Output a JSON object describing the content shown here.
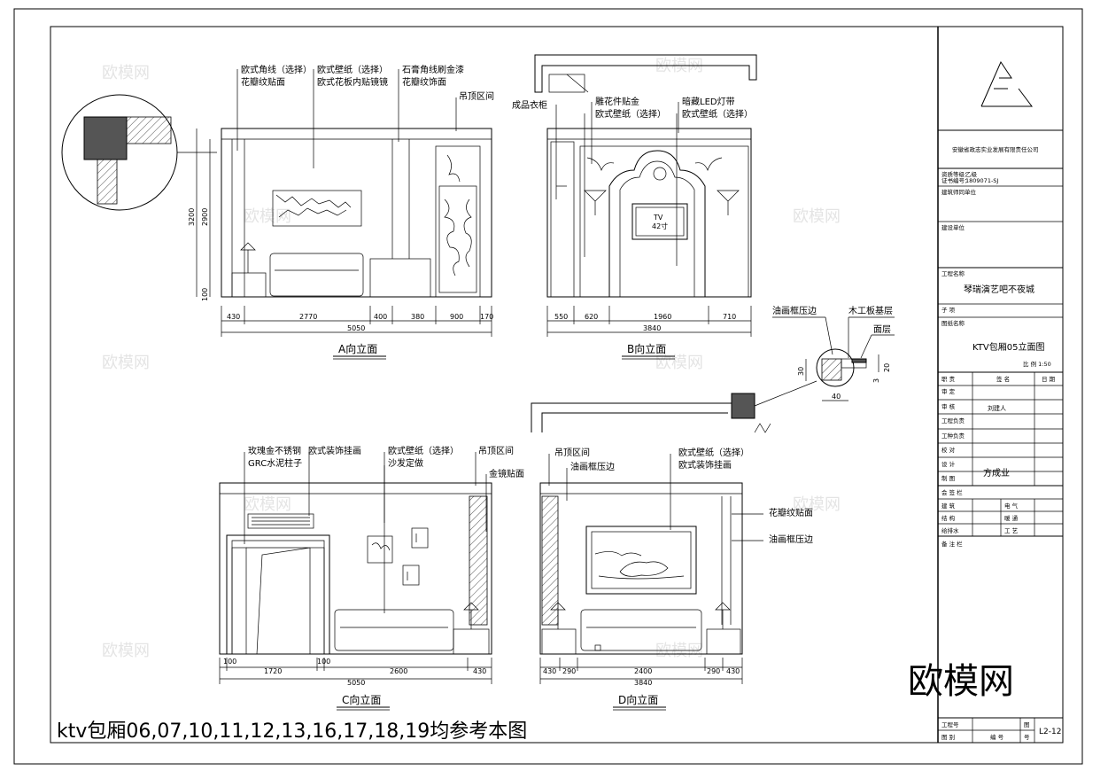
{
  "drawing": {
    "elevation_a": {
      "title": "A向立面",
      "labels": [
        "欧式角线（选择）",
        "花瓣纹贴面",
        "欧式壁纸（选择）",
        "欧式花板内贴镜镜",
        "石膏角线刷金漆",
        "花瓣纹饰面",
        "吊顶区间"
      ],
      "dims": [
        "430",
        "2770",
        "400",
        "380",
        "900",
        "170"
      ],
      "total": "5050",
      "heights": [
        "3200",
        "2900",
        "100"
      ]
    },
    "elevation_b": {
      "title": "B向立面",
      "labels": [
        "成品衣柜",
        "雕花件贴金",
        "欧式壁纸（选择）",
        "暗藏LED灯带",
        "欧式壁纸（选择）"
      ],
      "dims": [
        "550",
        "620",
        "1960",
        "710"
      ],
      "total": "3840",
      "tv": "TV",
      "tv_sub": "42寸"
    },
    "elevation_c": {
      "title": "C向立面",
      "labels": [
        "玫瑰金不锈钢",
        "欧式装饰挂画",
        "GRC水泥柱子",
        "欧式壁纸（选择）",
        "沙发定做",
        "吊顶区间",
        "金镜贴面"
      ],
      "dims": [
        "100",
        "1720",
        "100",
        "2600",
        "430"
      ],
      "total": "5050"
    },
    "elevation_d": {
      "title": "D向立面",
      "labels": [
        "吊顶区间",
        "油画框压边",
        "欧式壁纸（选择）",
        "欧式装饰挂画",
        "花瓣纹贴面",
        "油画框压边"
      ],
      "dims": [
        "430",
        "290",
        "2400",
        "290",
        "430"
      ],
      "total": "3840"
    },
    "detail": {
      "labels": [
        "油画框压边",
        "木工板基层",
        "面层"
      ],
      "dims": [
        "30",
        "20",
        "3",
        "40"
      ]
    },
    "footer_note": "ktv包厢06,07,10,11,12,13,16,17,18,19均参考本图",
    "brand_watermark": "欧模网"
  },
  "title_block": {
    "company": "安徽省政志实业发展有限责任公司",
    "cert_label": "资质等级：",
    "cert_level": "乙级",
    "cert_no_label": "证书编号：",
    "cert_no": "1809071-SJ",
    "coop_label": "建筑师同单位",
    "client_label": "建设单位",
    "project_label": "工程名称",
    "project_name": "琴瑞演艺吧不夜城",
    "sub_label": "子 项",
    "drawing_name_label": "图纸名称",
    "drawing_name": "KTV包厢05立面图",
    "scale": "比 例 1:50",
    "job_label": "职 责",
    "sign_label": "签 名",
    "date_label": "日 期",
    "roles": [
      "审 定",
      "审 核",
      "工程负责",
      "工种负责",
      "校 对",
      "设 计",
      "制 图"
    ],
    "signature_review": "刘建人",
    "signature_design": "方成业",
    "countersign": "会 签 栏",
    "disciplines": [
      [
        "建 筑",
        "电 气"
      ],
      [
        "结 构",
        "暖 通"
      ],
      [
        "给排水",
        "工 艺"
      ]
    ],
    "note_label": "备 注 栏",
    "job_no_label": "工程号",
    "drawing_label": "图 别",
    "scale_label": "编 号",
    "sheet_label": "图",
    "sheet_label2": "号",
    "sheet_no": "L2-12"
  }
}
